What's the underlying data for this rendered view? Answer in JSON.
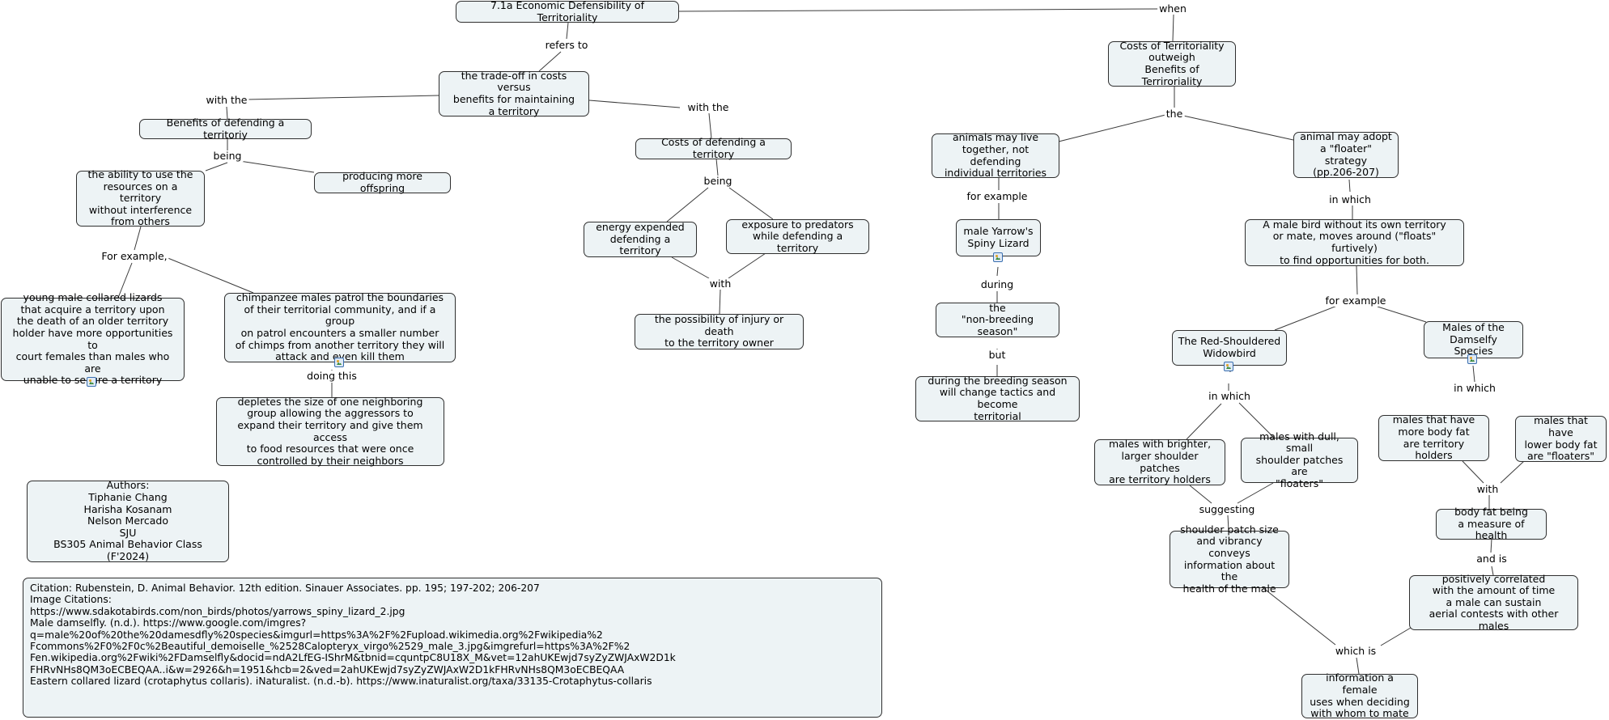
{
  "nodes": {
    "title": "7.1a Economic Defensibility of Territoriality",
    "tradeoff": "the trade-off in costs versus\nbenefits for maintaining\na territory",
    "benefits": "Benefits of defending a territoriy",
    "ability": "the ability to use the\nresources on a territory\nwithout interference\nfrom others",
    "offspring": "producing more offspring",
    "lizards": "young male collared lizards\nthat acquire a territory upon\nthe death of an older territory\nholder have more opportunities to\ncourt females than males who are\nunable to secure a territory",
    "chimps": "chimpanzee males patrol the boundaries\nof their territorial community, and if a group\non patrol encounters a smaller number\nof chimps from another territory they will\nattack and even kill them",
    "depletes": "depletes the size of one neighboring\ngroup allowing the aggressors to\nexpand their territory and give them access\nto food resources that were once\ncontrolled by their neighbors",
    "costs_defending": "Costs of defending a territory",
    "energy": "energy expended\ndefending a territory",
    "predators": "exposure to predators\nwhile defending a territory",
    "injury": "the possibility of injury or death\nto the territory owner",
    "costs_outweigh": "Costs of Territoriality\noutweigh\nBenefits of Terriroriality",
    "live_together": "animals may live\ntogether, not defending\nindividual territories",
    "yarrow": "male Yarrow's\nSpiny Lizard",
    "nonbreeding": "the\n\"non-breeding season\"",
    "breeding": "during the breeding season\nwill change tactics and become\nterritorial",
    "floater": "animal may adopt\na \"floater\" strategy\n(pp.206-207)",
    "malebird": "A male bird without its own territory\nor mate, moves around (\"floats\" furtively)\nto find opportunities for both.",
    "widowbird": "The Red-Shouldered\nWidowbird",
    "damselfy": "Males of the\nDamselfy Species",
    "brighter": "males with brighter,\nlarger shoulder patches\nare territory holders",
    "dull": "males with dull, small\nshoulder patches are\n\"floaters\"",
    "shoulder": "shoulder patch size\nand vibrancy conveys\ninformation about the\nhealth of the male",
    "morefat": "males that have\nmore body fat\nare territory holders",
    "lowerfat": "males that have\nlower body fat\nare \"floaters\"",
    "bodyfat": "body fat being\na measure of health",
    "correlated": "positively correlated\nwith the amount of time\na male can sustain\naerial contests with other males",
    "female": "information a female\nuses when deciding\nwith whom to mate",
    "authors": "Authors:\nTiphanie Chang\nHarisha Kosanam\nNelson Mercado\nSJU\nBS305 Animal Behavior Class (F'2024)",
    "citation": "Citation: Rubenstein, D. Animal Behavior. 12th edition. Sinauer Associates. pp. 195; 197-202; 206-207\nImage Citations:\nhttps://www.sdakotabirds.com/non_birds/photos/yarrows_spiny_lizard_2.jpg\nMale damselfly. (n.d.). https://www.google.com/imgres?q=male%20of%20the%20damesdfly%20species&imgurl=https%3A%2F%2Fupload.wikimedia.org%2Fwikipedia%2\nFcommons%2F0%2F0c%2Beautiful_demoiselle_%2528Calopteryx_virgo%2529_male_3.jpg&imgrefurl=https%3A%2F%2\nFen.wikipedia.org%2Fwiki%2FDamselfly&docid=ndA2LfEG-IShrM&tbnid=cquntpC8U18X_M&vet=12ahUKEwjd7syZyZWJAxW2D1k\nFHRvNHs8QM3oECBEQAA..i&w=2926&h=1951&hcb=2&ved=2ahUKEwjd7syZyZWJAxW2D1kFHRvNHs8QM3oECBEQAA\nEastern collared lizard (crotaphytus collaris). iNaturalist. (n.d.-b). https://www.inaturalist.org/taxa/33135-Crotaphytus-collaris"
  },
  "links": {
    "when": "when",
    "refers_to": "refers to",
    "with_the_1": "with the",
    "with_the_2": "with the",
    "being_1": "being",
    "for_example_1": "For example,",
    "doing_this": "doing this",
    "being_2": "being",
    "with_1": "with",
    "the": "the",
    "for_example_2": "for example",
    "during": "during",
    "but": "but",
    "in_which_1": "in which",
    "for_example_3": "for example",
    "in_which_2": "in which",
    "in_which_3": "in which",
    "suggesting": "suggesting",
    "with_2": "with",
    "and_is": "and is",
    "which_is": "which is"
  }
}
